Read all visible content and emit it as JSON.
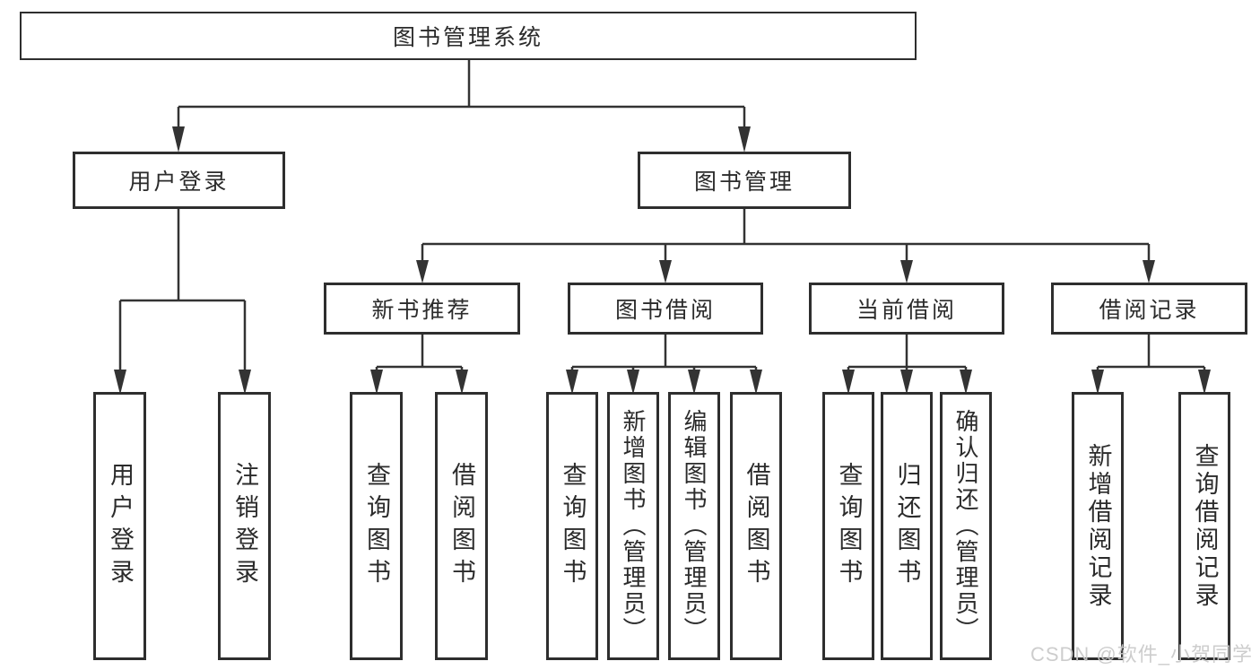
{
  "title": "图书管理系统",
  "watermark": "CSDN @软件_小贺同学",
  "colors": {
    "line": "#333333",
    "box_border": "#2e2e2e",
    "text": "#2b2b2b",
    "watermark": "#c9c9c9",
    "background": "#ffffff"
  },
  "tree": {
    "root": {
      "label": "图书管理系统"
    },
    "branches": [
      {
        "label": "用户登录",
        "children": [
          {
            "label": "用户登录"
          },
          {
            "label": "注销登录"
          }
        ]
      },
      {
        "label": "图书管理",
        "children": [
          {
            "label": "新书推荐",
            "children": [
              {
                "label": "查询图书"
              },
              {
                "label": "借阅图书"
              }
            ]
          },
          {
            "label": "图书借阅",
            "children": [
              {
                "label": "查询图书"
              },
              {
                "label": "新增图书（管理员）"
              },
              {
                "label": "编辑图书（管理员）"
              },
              {
                "label": "借阅图书"
              }
            ]
          },
          {
            "label": "当前借阅",
            "children": [
              {
                "label": "查询图书"
              },
              {
                "label": "归还图书"
              },
              {
                "label": "确认归还（管理员）"
              }
            ]
          },
          {
            "label": "借阅记录",
            "children": [
              {
                "label": "新增借阅记录"
              },
              {
                "label": "查询借阅记录"
              }
            ]
          }
        ]
      }
    ]
  }
}
